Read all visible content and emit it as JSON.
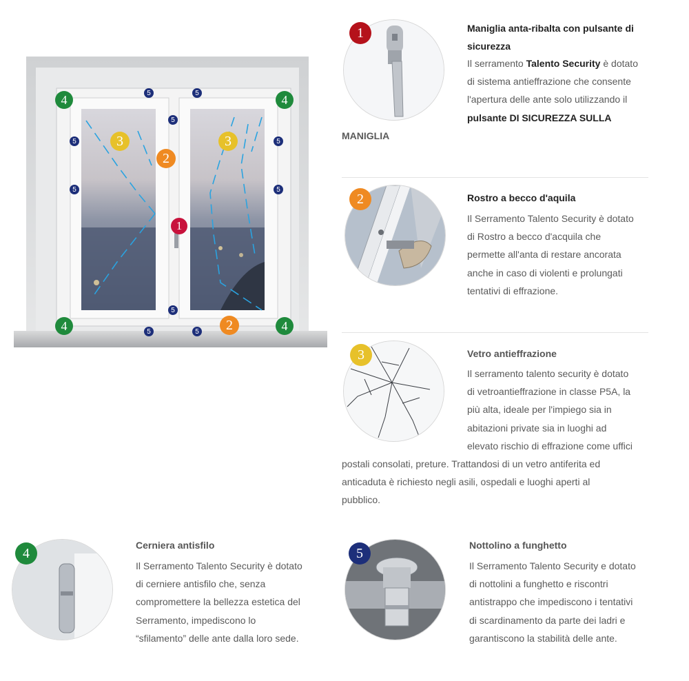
{
  "features": [
    {
      "number": "1",
      "title": "Maniglia anta-ribalta con pulsante di sicurezza",
      "title_line1": "Maniglia anta-ribalta con pulsante di",
      "title_line2": "sicurezza",
      "lines": [
        "Il serramento ",
        "Talento Security",
        " è dotato",
        "di sistema antieffrazione che consente",
        "l'apertura delle ante solo utilizzando il",
        "pulsante DI SICUREZZA SULLA",
        "MANIGLIA"
      ],
      "icon": "window-handle-icon",
      "color": "#b5121b"
    },
    {
      "number": "2",
      "title": "Rostro a becco d'aquila",
      "lines": [
        "Il Serramento Talento Security è dotato",
        "di Rostro a becco d'acquila che",
        "permette all'anta di restare ancorata",
        "anche in caso di violenti e prolungati",
        "tentativi di effrazione."
      ],
      "icon": "eagle-beak-hook-icon",
      "color": "#ef8a22"
    },
    {
      "number": "3",
      "title": "Vetro antieffrazione",
      "lines": [
        "Il serramento talento security è dotato",
        "di vetroantieffrazione in classe P5A, la",
        "più alta, ideale per l'impiego sia in",
        "abitazioni private sia in luoghi ad",
        "elevato rischio di effrazione come uffici",
        "postali consolati, preture. Trattandosi di un vetro antiferita ed",
        "anticaduta è richiesto negli asili, ospedali e luoghi aperti al",
        "pubblico."
      ],
      "icon": "cracked-glass-icon",
      "color": "#e7c12a"
    },
    {
      "number": "4",
      "title": "Cerniera antisfilo",
      "lines": [
        "Il Serramento Talento Security è dotato",
        "di cerniere antisfilo che, senza",
        "compromettere la bellezza estetica del",
        "Serramento, impediscono lo",
        "“sfilamento” delle ante dalla loro sede."
      ],
      "icon": "hinge-icon",
      "color": "#1f8a3c"
    },
    {
      "number": "5",
      "title": "Nottolino a funghetto",
      "lines": [
        "Il Serramento Talento Security e dotato",
        "di nottolini a funghetto e riscontri",
        "antistrappo che impediscono i tentativi",
        "di scardinamento da parte dei ladri e",
        "garantiscono la stabilità delle ante."
      ],
      "icon": "mushroom-bolt-icon",
      "color": "#1d2f7a"
    }
  ],
  "diagram": {
    "markers": [
      "1",
      "2",
      "3",
      "4",
      "5"
    ]
  }
}
